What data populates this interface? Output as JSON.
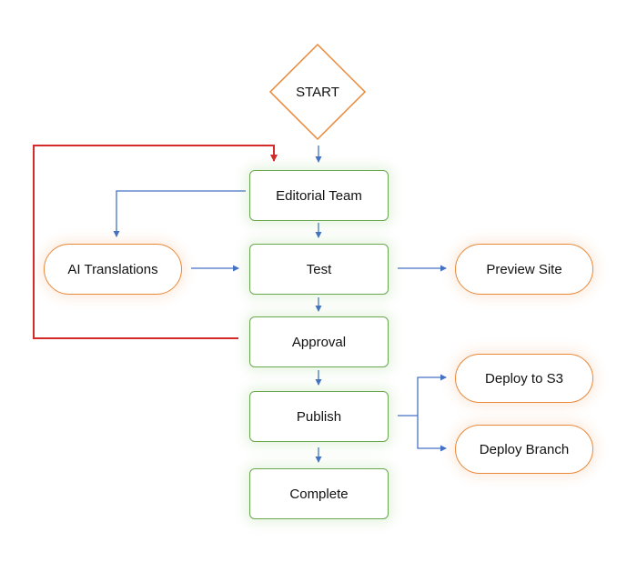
{
  "diagram": {
    "start": "START",
    "steps": {
      "editorial_team": "Editorial Team",
      "test": "Test",
      "approval": "Approval",
      "publish": "Publish",
      "complete": "Complete"
    },
    "side_nodes": {
      "ai_translations": "AI Translations",
      "preview_site": "Preview Site",
      "deploy_to_s3": "Deploy to S3",
      "deploy_branch": "Deploy Branch"
    }
  },
  "colors": {
    "process_border": "#6aa84f",
    "terminal_border": "#e8893a",
    "flow_arrow": "#4472c4",
    "loop_arrow": "#d42a2a"
  }
}
